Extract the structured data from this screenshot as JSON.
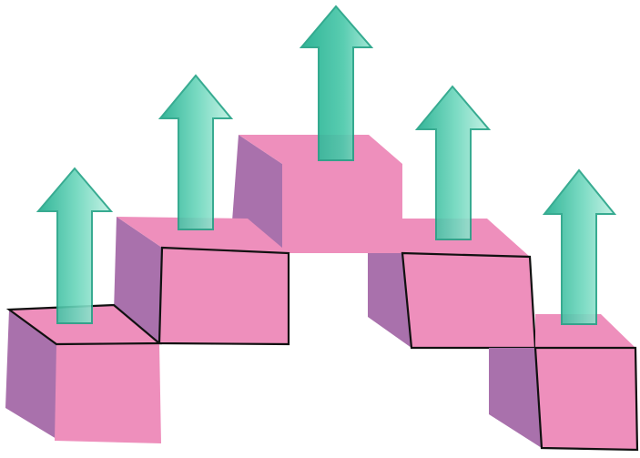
{
  "diagram": {
    "colors": {
      "background": "#ffffff",
      "cube_front": "#ee8fbc",
      "cube_top": "#ee8fbc",
      "cube_side": "#a971ac",
      "cube_outline": "#111111",
      "arrow_dark": "#1fae8e",
      "arrow_mid": "#45c7a9",
      "arrow_light": "#bff0e2",
      "arrow_stroke": "#23a386"
    },
    "blocks": [
      {
        "name": "block-1",
        "outlined": true,
        "arrow": "arrow-up-icon"
      },
      {
        "name": "block-2",
        "outlined": true,
        "arrow": "arrow-up-icon"
      },
      {
        "name": "block-3",
        "outlined": false,
        "arrow": "arrow-up-icon"
      },
      {
        "name": "block-4",
        "outlined": true,
        "arrow": "arrow-up-icon"
      },
      {
        "name": "block-5",
        "outlined": true,
        "arrow": "arrow-up-icon"
      }
    ]
  }
}
